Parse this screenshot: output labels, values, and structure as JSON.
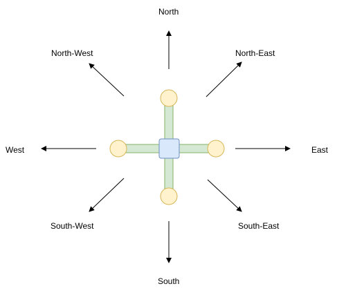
{
  "labels": {
    "north": "North",
    "north_east": "North-East",
    "east": "East",
    "south_east": "South-East",
    "south": "South",
    "south_west": "South-West",
    "west": "West",
    "north_west": "North-West"
  },
  "colors": {
    "arrow": "#000000",
    "arm_fill": "#d5e8d4",
    "arm_stroke": "#82b366",
    "center_fill": "#dae8fc",
    "center_stroke": "#6c8ebf",
    "node_fill": "#fff2cc",
    "node_stroke": "#d6b656",
    "background": "#ffffff"
  }
}
